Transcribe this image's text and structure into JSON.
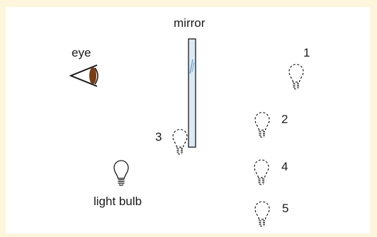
{
  "labels": {
    "mirror": "mirror",
    "eye": "eye",
    "light_bulb": "light bulb"
  },
  "bulbs": [
    {
      "id": "1",
      "label": "1",
      "style": "dashed"
    },
    {
      "id": "2",
      "label": "2",
      "style": "dashed"
    },
    {
      "id": "3",
      "label": "3",
      "style": "dashed"
    },
    {
      "id": "4",
      "label": "4",
      "style": "dashed"
    },
    {
      "id": "5",
      "label": "5",
      "style": "dashed"
    }
  ],
  "colors": {
    "frame": "#fdf5dc",
    "panel": "#ffffff",
    "mirror_fill": "#dbeaf5",
    "mirror_shine": "#6fa8d6",
    "iris": "#7a3b12",
    "ink": "#1a1a1a"
  }
}
